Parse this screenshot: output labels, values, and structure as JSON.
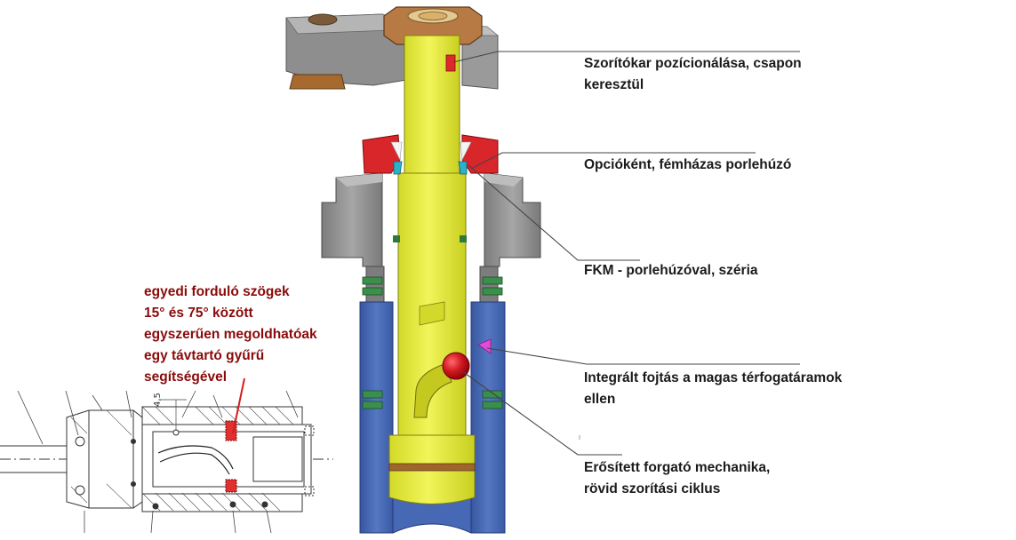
{
  "callouts": {
    "clamp_arm": "Szorítókar pozícionálása, csapon\nkeresztül",
    "wiper_metal": "Opcióként, fémházas porlehúzó",
    "wiper_fkm": "FKM - porlehúzóval, széria",
    "throttle": "Integrált fojtás a magas térfogatáramok\nellen",
    "mechanism": "Erősített forgató mechanika,\nrövid szorítási ciklus",
    "swing_angle": "egyedi forduló szögek\n15° és 75° között\negyszerűen megoldhatóak\negy távtartó gyűrű\nsegítségével"
  },
  "drawing": {
    "dimension_text": "4,5"
  },
  "colors": {
    "clamp_arm": "#8e8e8e",
    "nut": "#b87a45",
    "piston": "#e8ed3c",
    "wiper_red": "#d9262b",
    "body_grey": "#8f8f8f",
    "body_blue": "#4466b0",
    "seal_green": "#3a8f4a",
    "ball_red": "#c8101b",
    "callout_line": "#444444"
  }
}
